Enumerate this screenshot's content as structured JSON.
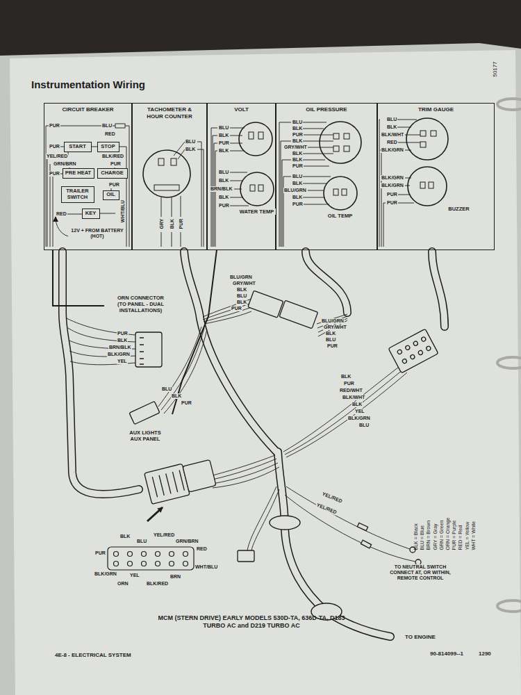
{
  "diagram": {
    "title": "Instrumentation Wiring",
    "caption": "MCM (STERN DRIVE) EARLY MODELS 530D-TA, 636D-TA, D183 TURBO AC and D219 TURBO AC",
    "nodes": [
      {
        "text": [
          "CIRCUIT BREAKER"
        ]
      },
      {
        "text": [
          "START"
        ],
        "in": 0
      },
      {
        "text": [
          "STOP"
        ],
        "in": 0
      },
      {
        "text": [
          "PRE HEAT"
        ],
        "in": 0
      },
      {
        "text": [
          "CHARGE"
        ],
        "in": 0
      },
      {
        "text": [
          "TRAILER SWITCH"
        ],
        "in": 0
      },
      {
        "text": [
          "OIL"
        ],
        "in": 0
      },
      {
        "text": [
          "KEY"
        ],
        "in": 0
      },
      {
        "text": [
          "TACHOMETER & HOUR COUNTER"
        ]
      },
      {
        "text": [
          "VOLT"
        ]
      },
      {
        "text": [
          "WATER TEMP"
        ],
        "in": 9
      },
      {
        "text": [
          "OIL PRESSURE"
        ]
      },
      {
        "text": [
          "OIL TEMP"
        ],
        "in": 11
      },
      {
        "text": [
          "TRIM GAUGE"
        ]
      },
      {
        "text": [
          "BUZZER"
        ],
        "in": 13
      },
      {
        "text": [
          "ORN CONNECTOR (TO PANEL - DUAL INSTALLATIONS)"
        ]
      },
      {
        "text": [
          "AUX LIGHTS AUX PANEL"
        ]
      }
    ],
    "edges": [
      {
        "from": 0,
        "to": 15,
        "arrow": "none"
      },
      {
        "from": 9,
        "to": 16,
        "arrow": "none"
      }
    ],
    "labels": [
      "50177",
      "PUR",
      "BLU",
      "RED",
      "PUR",
      "YEL/RED",
      "BLK/RED",
      "GRN/BRN",
      "PUR",
      "PUR",
      "PUR",
      "RED",
      "WHT/BLU",
      "12V + FROM BATTERY (HOT)",
      "BLU",
      "BLK",
      "GRY",
      "BLK",
      "PUR",
      "BLU",
      "BLK",
      "PUR",
      "BLK",
      "BLU",
      "BLK",
      "BRN/BLK",
      "BLK",
      "PUR",
      "BLU",
      "BLK",
      "PUR",
      "BLK",
      "GRY/WHT",
      "BLK",
      "BLK",
      "PUR",
      "BLU",
      "BLK",
      "BLU/GRN",
      "BLK",
      "PUR",
      "BLU",
      "BLK",
      "BLK/WHT",
      "RED",
      "BLK/GRN",
      "BLK/GRN",
      "BLK/GRN",
      "PUR",
      "PUR",
      "PUR",
      "BLK",
      "BRN/BLK",
      "BLK/GRN",
      "YEL",
      "BLU/GRN",
      "GRY/WHT",
      "BLK",
      "BLU",
      "BLK",
      "PUR",
      "BLU/GRN",
      "GRY/WHT",
      "BLK",
      "BLU",
      "PUR",
      "BLU",
      "BLK",
      "PUR",
      "BLK",
      "PUR",
      "RED/WHT",
      "BLK/WHT",
      "BLK",
      "YEL",
      "BLK/GRN",
      "BLU",
      "BLK",
      "BLU",
      "YEL/RED",
      "GRN/BRN",
      "RED",
      "PUR",
      "WHT/BLU",
      "BLK/GRN",
      "YEL",
      "BRN",
      "ORN",
      "BLK/RED",
      "YEL/RED",
      "YEL/RED",
      "TO NEUTRAL SWITCH CONNECT AT, OR WITHIN, REMOTE CONTROL",
      "TO ENGINE",
      "4E-8 - ELECTRICAL SYSTEM",
      "90-814099--1",
      "1290"
    ],
    "legend": [
      {
        "text": "BLK = Black"
      },
      {
        "text": "BLU = Blue"
      },
      {
        "text": "BRN = Brown"
      },
      {
        "text": "GRY = Gray"
      },
      {
        "text": "GRN = Green"
      },
      {
        "text": "ORN = Orange"
      },
      {
        "text": "PUR = Purple"
      },
      {
        "text": "RED = Red"
      },
      {
        "text": "YEL = Yellow"
      },
      {
        "text": "WHT = White"
      }
    ]
  }
}
